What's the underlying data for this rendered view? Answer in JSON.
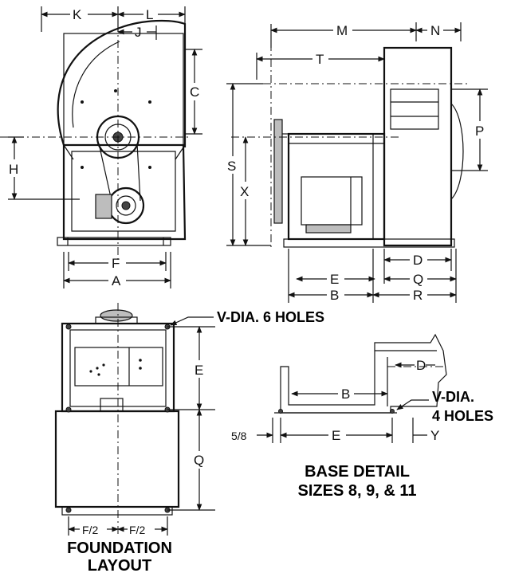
{
  "dimensions": {
    "K": "K",
    "L": "L",
    "J": "J",
    "C": "C",
    "H": "H",
    "F": "F",
    "A": "A",
    "M": "M",
    "N": "N",
    "T": "T",
    "S": "S",
    "X": "X",
    "P": "P",
    "B": "B",
    "E": "E",
    "D": "D",
    "Q": "Q",
    "R": "R",
    "Y": "Y",
    "F_half_left": "F/2",
    "F_half_right": "F/2",
    "five_eighths": "5/8"
  },
  "callouts": {
    "holes_6": "V-DIA. 6 HOLES",
    "holes_4_line1": "V-DIA.",
    "holes_4_line2": "4 HOLES"
  },
  "captions": {
    "base_detail_line1": "BASE DETAIL",
    "base_detail_line2": "SIZES 8, 9, & 11",
    "foundation_line1": "FOUNDATION",
    "foundation_line2": "LAYOUT"
  }
}
